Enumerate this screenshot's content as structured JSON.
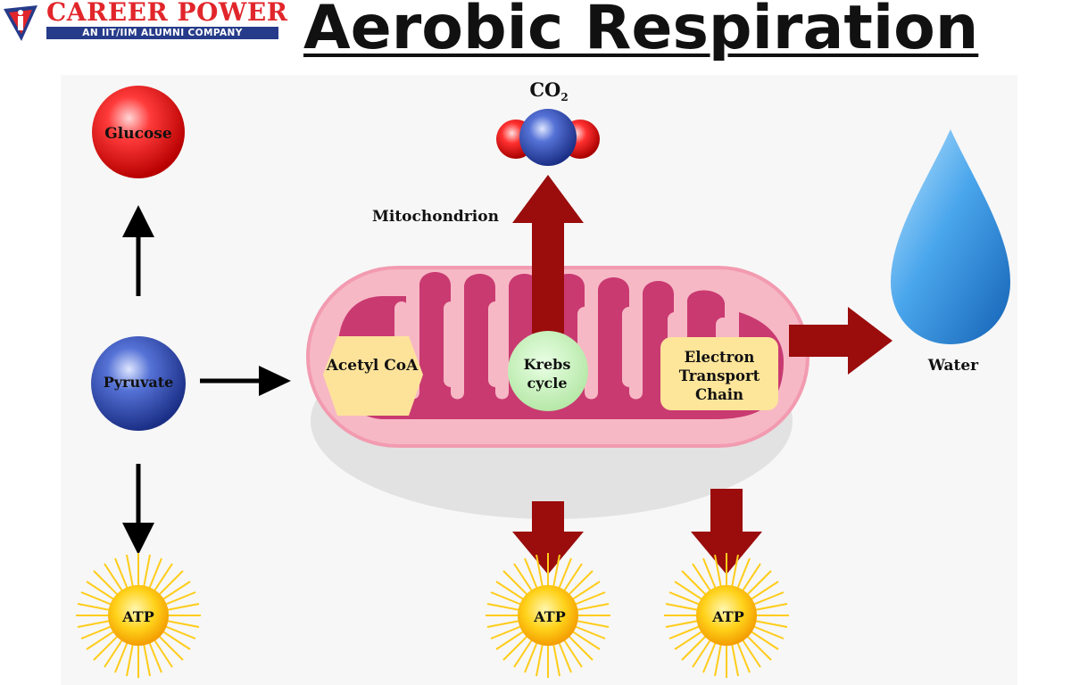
{
  "header": {
    "brand_name": "CAREER POWER",
    "brand_tagline": "AN IIT/IIM ALUMNI COMPANY",
    "title": "Aerobic Respiration"
  },
  "diagram": {
    "glucose": "Glucose",
    "pyruvate": "Pyruvate",
    "atp": "ATP",
    "mitochondrion": "Mitochondrion",
    "co2": "CO",
    "co2_subscript": "2",
    "water": "Water",
    "acetyl_coa": "Acetyl CoA",
    "krebs_cycle": "Krebs cycle",
    "electron_transport_chain": "Electron Transport Chain"
  },
  "colors": {
    "brand_red": "#e1262b",
    "brand_blue": "#263b8a",
    "arrow_dark_red": "#9b0c0c",
    "glucose_red": "#e81818",
    "pyruvate_blue": "#2d4aa8",
    "mito_pink": "#f4a9b9",
    "cristae_magenta": "#c8336a",
    "krebs_green": "#c9efc0",
    "etc_yellow": "#fde59a",
    "acetyl_yellow": "#fde39a",
    "water_blue": "#2f8bd8",
    "atp_gold": "#f7b500"
  },
  "icons": [
    "career-power-logo-icon",
    "glucose-molecule-icon",
    "pyruvate-molecule-icon",
    "co2-molecule-icon",
    "water-drop-icon",
    "atp-sun-icon",
    "mitochondrion-icon"
  ]
}
